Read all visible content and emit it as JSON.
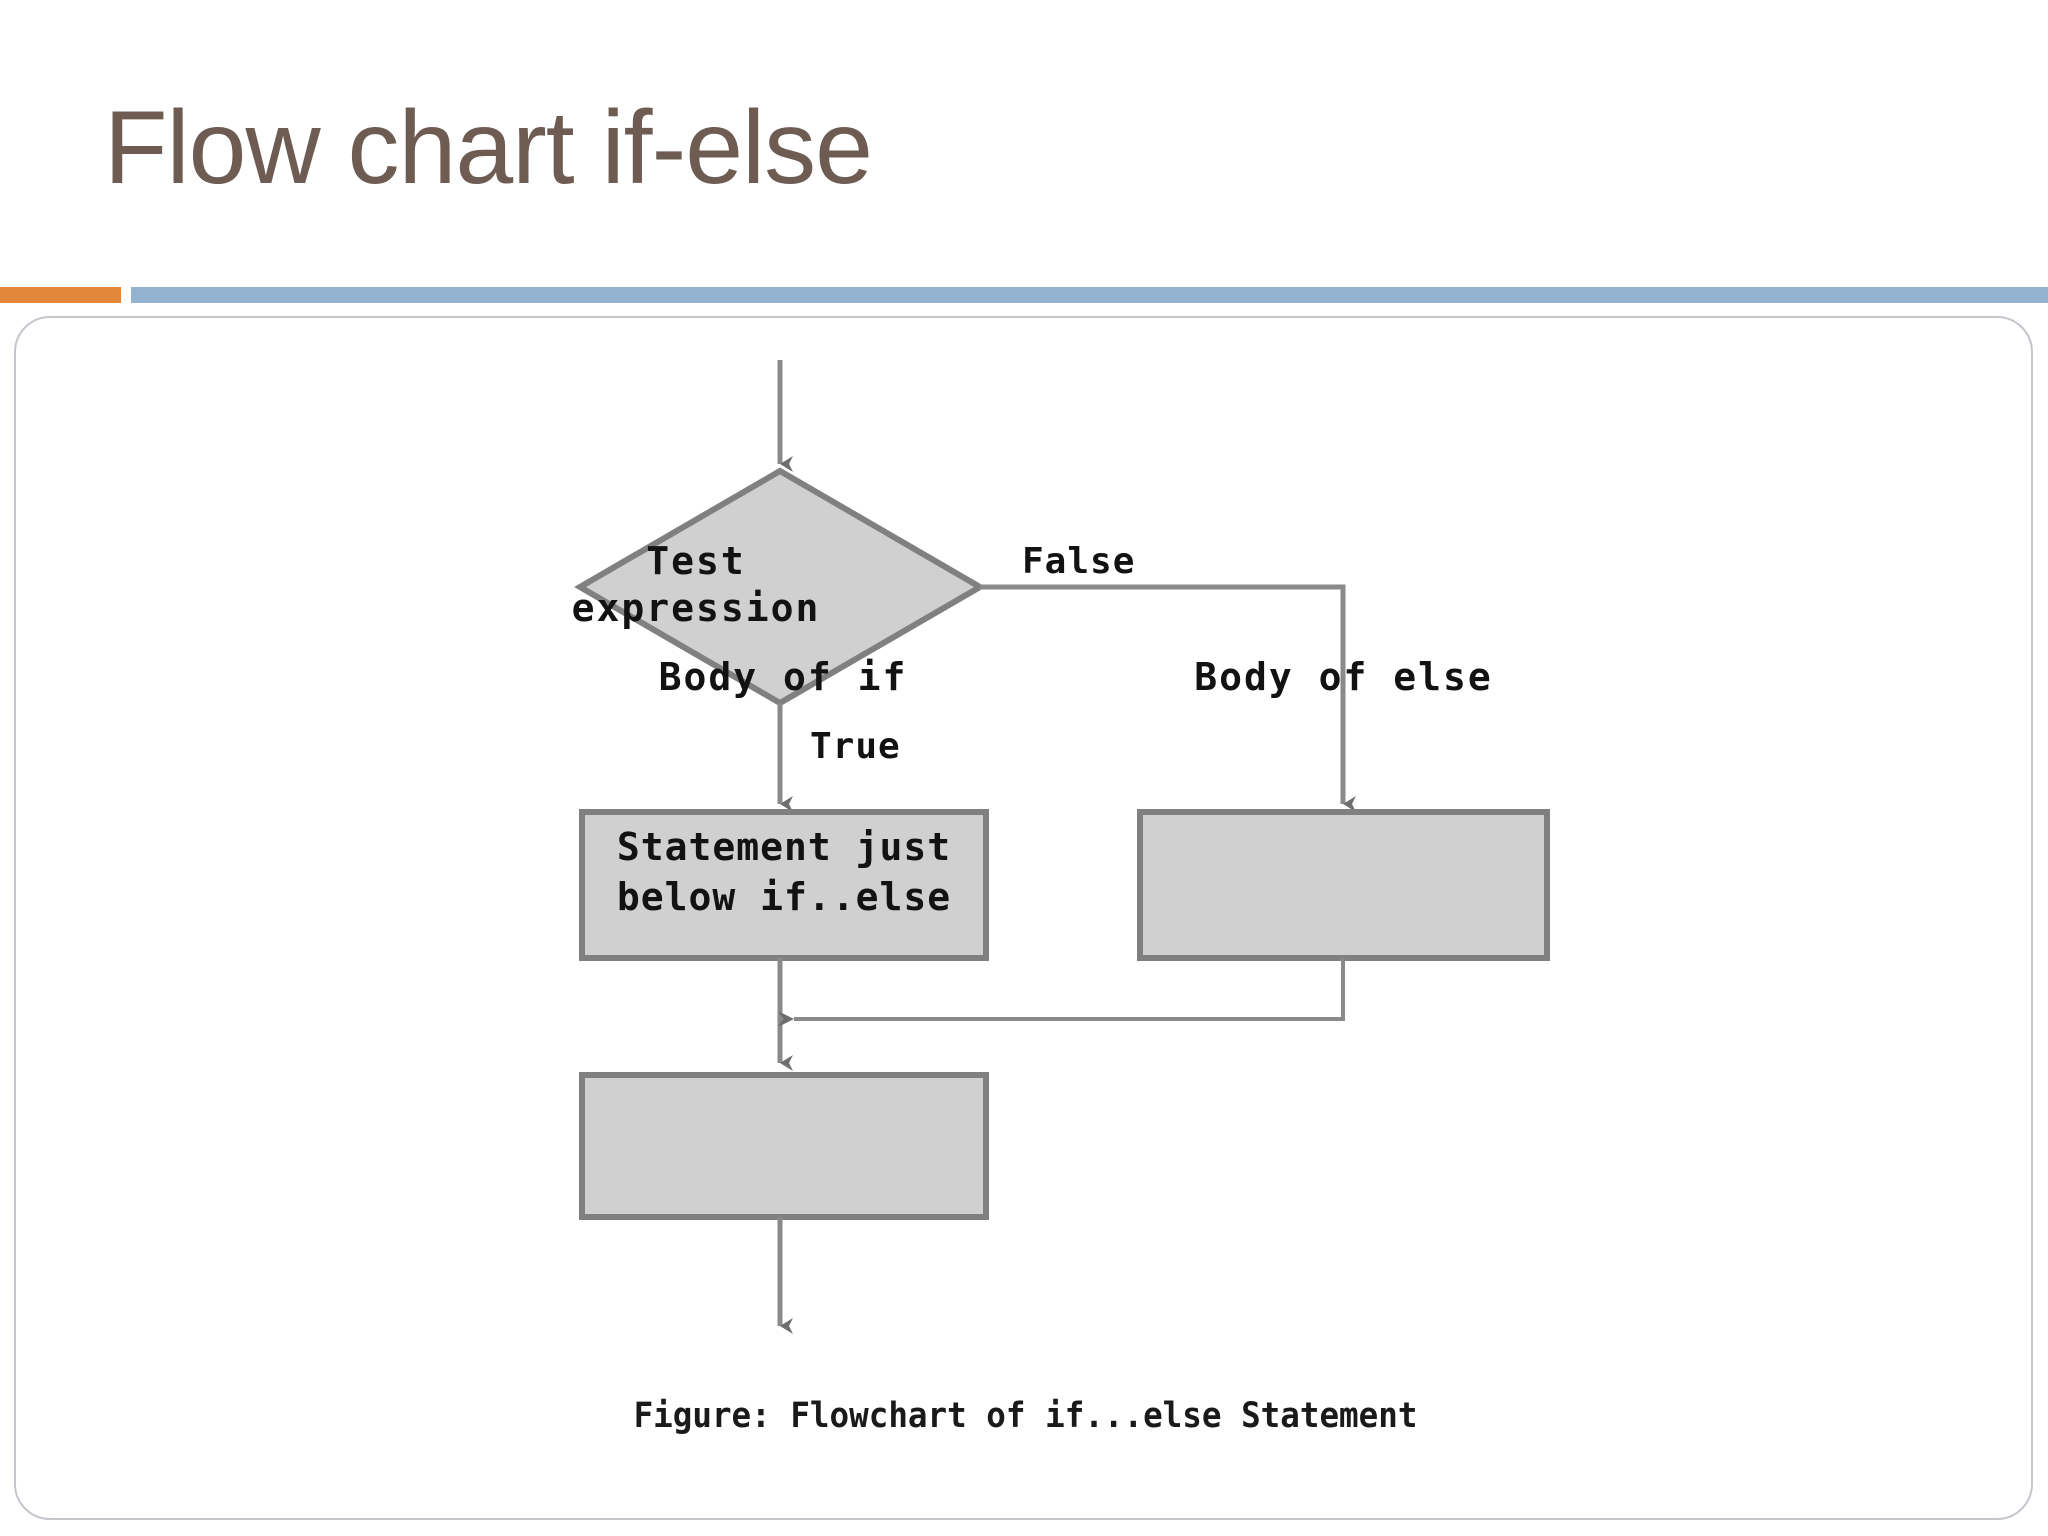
{
  "slide": {
    "title": "Flow chart if-else",
    "accent_orange": "#E2873C",
    "accent_blue": "#93B3D1",
    "title_color": "#6E5C53"
  },
  "figure": {
    "caption": "Figure: Flowchart of if...else Statement",
    "node_fill": "#D0D0D0",
    "node_stroke": "#808080",
    "connector_color": "#8A8A8A"
  },
  "flowchart": {
    "type": "flowchart",
    "nodes": [
      {
        "id": "test",
        "shape": "diamond",
        "label": "Test\nexpression"
      },
      {
        "id": "body_if",
        "shape": "rectangle",
        "label": "Body of if"
      },
      {
        "id": "body_else",
        "shape": "rectangle",
        "label": "Body of else"
      },
      {
        "id": "statement",
        "shape": "rectangle",
        "label": "Statement just\nbelow if..else"
      }
    ],
    "edges": [
      {
        "from": "entry",
        "to": "test",
        "label": ""
      },
      {
        "from": "test",
        "to": "body_if",
        "label": "True"
      },
      {
        "from": "test",
        "to": "body_else",
        "label": "False"
      },
      {
        "from": "body_if",
        "to": "statement",
        "label": ""
      },
      {
        "from": "body_else",
        "to": "statement",
        "label": ""
      },
      {
        "from": "statement",
        "to": "exit",
        "label": ""
      }
    ],
    "labels": {
      "test_line1": "Test",
      "test_line2": "expression",
      "body_if": "Body of if",
      "body_else": "Body of else",
      "statement_line1": "Statement just",
      "statement_line2": "below if..else",
      "true": "True",
      "false": "False"
    }
  }
}
